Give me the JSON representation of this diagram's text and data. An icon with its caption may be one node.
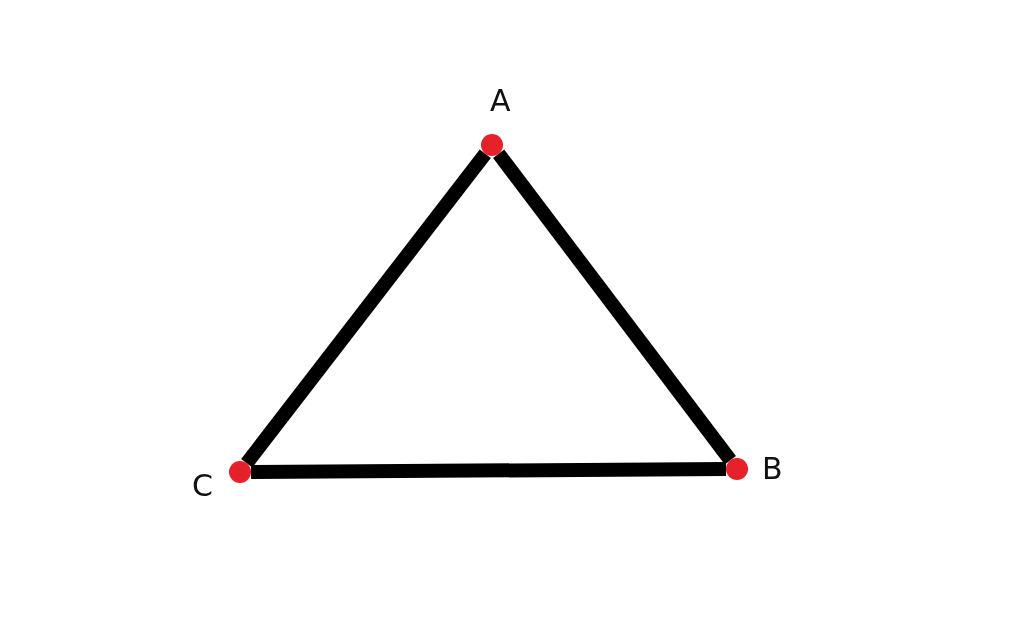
{
  "diagram": {
    "nodes": [
      {
        "text": [
          "A"
        ]
      },
      {
        "text": [
          "B"
        ]
      },
      {
        "text": [
          "C"
        ]
      }
    ],
    "edges": [
      {
        "from": 0,
        "to": 1,
        "arrow": "none"
      },
      {
        "from": 1,
        "to": 2,
        "arrow": "none"
      },
      {
        "from": 2,
        "to": 0,
        "arrow": "none"
      }
    ]
  }
}
